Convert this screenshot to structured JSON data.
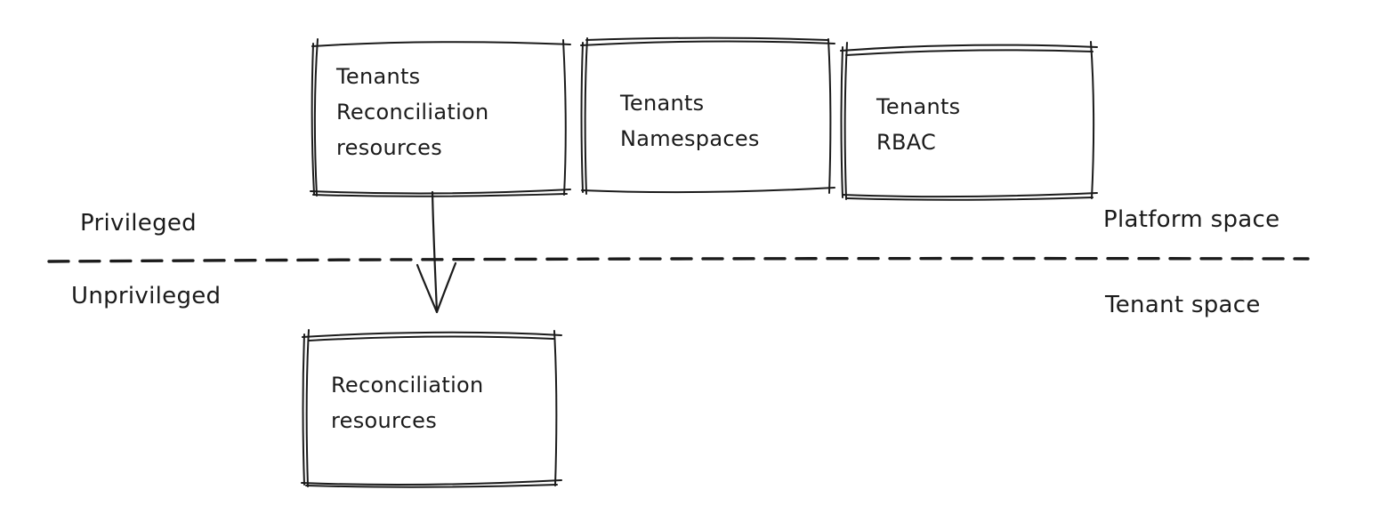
{
  "boxes": [
    {
      "lines": [
        "Tenants",
        "Reconciliation",
        "resources"
      ]
    },
    {
      "lines": [
        "Tenants",
        "Namespaces"
      ]
    },
    {
      "lines": [
        "Tenants",
        "RBAC"
      ]
    },
    {
      "lines": [
        "Reconciliation",
        "resources"
      ]
    }
  ],
  "labels": {
    "privileged": "Privileged",
    "unprivileged": "Unprivileged",
    "platform_space": "Platform space",
    "tenant_space": "Tenant space"
  },
  "colors": {
    "stroke": "#1b1b1b",
    "background": "#ffffff"
  }
}
